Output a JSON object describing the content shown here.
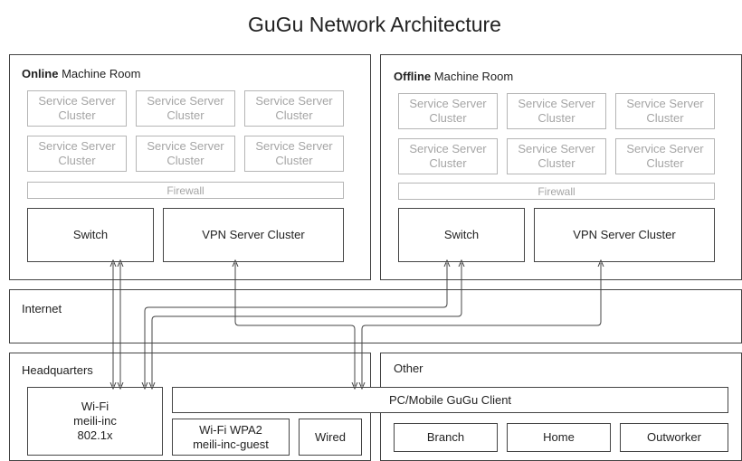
{
  "title": "GuGu Network Architecture",
  "online": {
    "label_bold": "Online",
    "label_rest": " Machine Room",
    "clusters": [
      "Service Server\nCluster",
      "Service Server\nCluster",
      "Service Server\nCluster",
      "Service Server\nCluster",
      "Service Server\nCluster",
      "Service Server\nCluster"
    ],
    "firewall": "Firewall",
    "switch": "Switch",
    "vpn": "VPN Server Cluster"
  },
  "offline": {
    "label_bold": "Offline",
    "label_rest": " Machine Room",
    "clusters": [
      "Service Server\nCluster",
      "Service Server\nCluster",
      "Service Server\nCluster",
      "Service Server\nCluster",
      "Service Server\nCluster",
      "Service Server\nCluster"
    ],
    "firewall": "Firewall",
    "switch": "Switch",
    "vpn": "VPN Server Cluster"
  },
  "internet": {
    "label": "Internet"
  },
  "headquarters": {
    "label": "Headquarters",
    "wifi": "Wi-Fi\nmeili-inc\n802.1x",
    "wifi_guest": "Wi-Fi WPA2\nmeili-inc-guest",
    "wired": "Wired"
  },
  "other": {
    "label": "Other",
    "client": "PC/Mobile GuGu Client",
    "branch": "Branch",
    "home": "Home",
    "outworker": "Outworker"
  },
  "colors": {
    "line": "#444444",
    "grey_text": "#a5a5a5",
    "grey_border": "#b5b5b5"
  }
}
